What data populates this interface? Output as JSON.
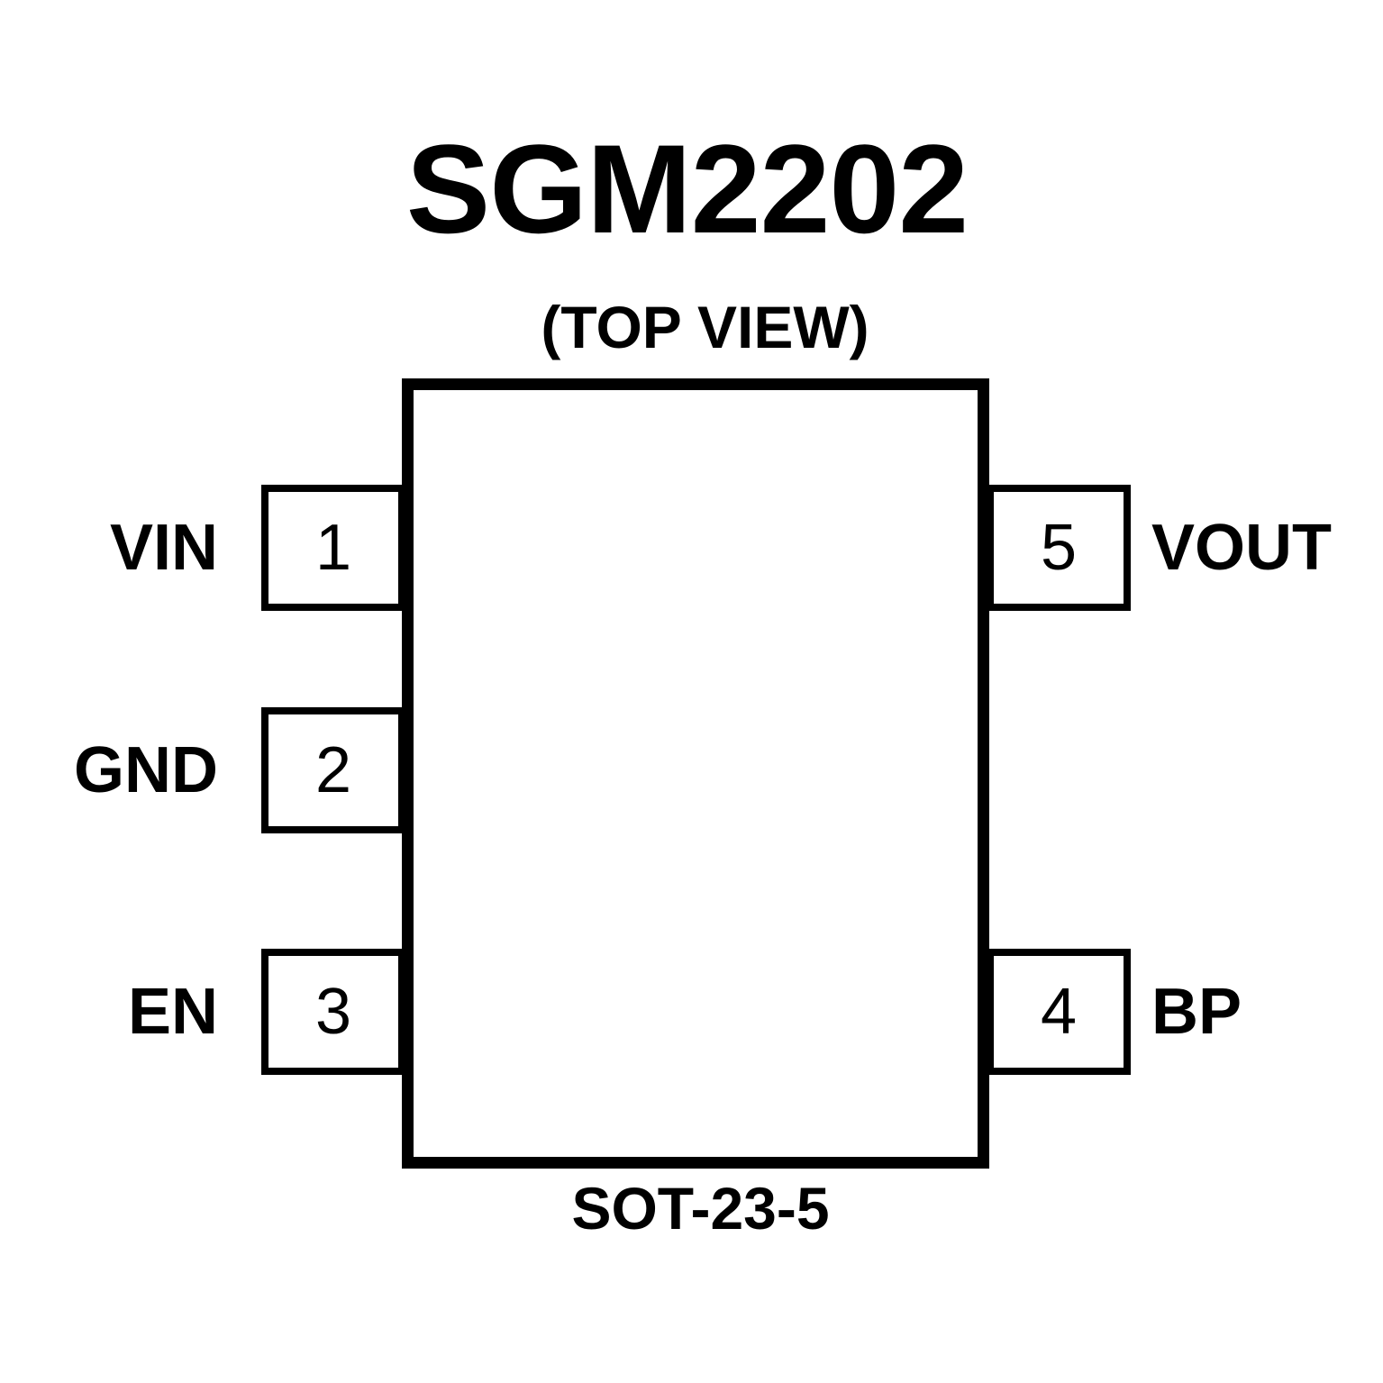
{
  "diagram": {
    "part_number": "SGM2202",
    "view": "(TOP VIEW)",
    "package": "SOT-23-5",
    "body_color": "#ffffff",
    "line_color": "#000000",
    "pins": [
      {
        "number": "1",
        "name": "VIN",
        "side": "left",
        "row": 1
      },
      {
        "number": "2",
        "name": "GND",
        "side": "left",
        "row": 2
      },
      {
        "number": "3",
        "name": "EN",
        "side": "left",
        "row": 3
      },
      {
        "number": "4",
        "name": "BP",
        "side": "right",
        "row": 3
      },
      {
        "number": "5",
        "name": "VOUT",
        "side": "right",
        "row": 1
      }
    ]
  }
}
